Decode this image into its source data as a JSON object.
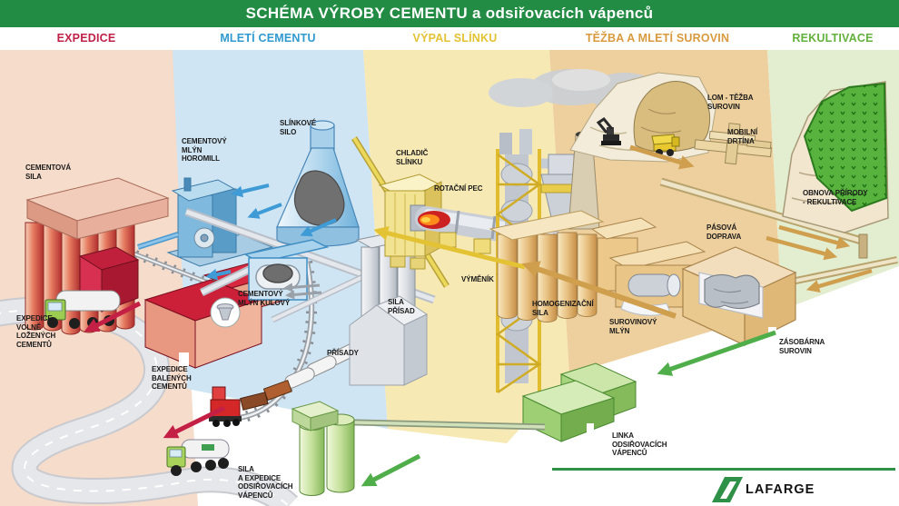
{
  "banner": {
    "title": "SCHÉMA VÝROBY CEMENTU a odsiřovacích vápenců"
  },
  "zones": [
    {
      "id": "expedice",
      "label": "EXPEDICE",
      "color": "#c12148",
      "band_color": "#f6dccb"
    },
    {
      "id": "mleti-cementu",
      "label": "MLETÍ CEMENTU",
      "color": "#2f9ad0",
      "band_color": "#cfe5f3"
    },
    {
      "id": "vypal-slinku",
      "label": "VÝPAL SLÍNKU",
      "color": "#e3c233",
      "band_color": "#f7e9b4"
    },
    {
      "id": "tezba-a-mleti",
      "label": "TĚŽBA A MLETÍ SUROVIN",
      "color": "#d99a3e",
      "band_color": "#eed09e"
    },
    {
      "id": "rekultivace",
      "label": "REKULTIVACE",
      "color": "#63b13c",
      "band_color": "#e3edd0"
    }
  ],
  "labels": {
    "cementova_sila": "CEMENTOVÁ\nSILA",
    "cementovy_mlyn_horomill": "CEMENTOVÝ\nMLÝN\nHOROMILL",
    "slinkove_silo": "SLÍNKOVÉ\nSILO",
    "chladic_slinku": "CHLADIČ\nSLÍNKU",
    "rotacni_pec": "ROTAČNÍ PEC",
    "lom_tezba_surovin": "LOM - TĚŽBA\nSUROVIN",
    "mobilni_drtina": "MOBILNÍ\nDRTÍNA",
    "obnova_prirody": "OBNOVA PŘÍRODY\n- REKULTIVACE",
    "pasova_doprava": "PÁSOVÁ\nDOPRAVA",
    "vymenik": "VÝMĚNÍK",
    "cementovy_mlyn_kulovy": "CEMENTOVÝ\nMLÝN KULOVÝ",
    "sila_prisad": "SILA\nPŘÍSAD",
    "homogenizacni_sila": "HOMOGENIZAČNÍ\nSILA",
    "surovinovy_mlyn": "SUROVINOVÝ\nMLÝN",
    "expedice_volne": "EXPEDICE\nVOLNĚ\nLOŽENÝCH\nCEMENTŮ",
    "prisady": "PŘÍSADY",
    "zasobarna_surovin": "ZÁSOBÁRNA\nSUROVIN",
    "expedice_balenych": "EXPEDICE\nBALENÝCH\nCEMENTŮ",
    "linka_odsirovacich": "LINKA\nODSIŘOVACÍCH\nVÁPENCŮ",
    "sila_a_expedice": "SILA\nA EXPEDICE\nODSIŘOVACÍCH\nVÁPENCŮ"
  },
  "logo": {
    "brand": "LAFARGE",
    "color": "#2e9147"
  }
}
